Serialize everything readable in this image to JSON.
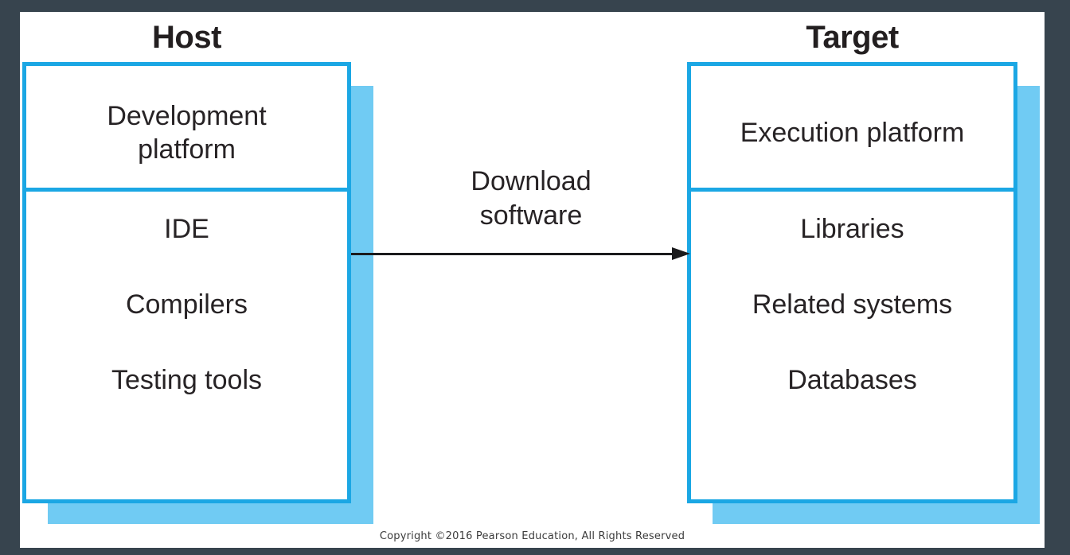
{
  "header": {
    "host_label": "Host",
    "target_label": "Target"
  },
  "host_box": {
    "title": "Development platform",
    "items": [
      "IDE",
      "Compilers",
      "Testing tools"
    ]
  },
  "target_box": {
    "title": "Execution platform",
    "items": [
      "Libraries",
      "Related systems",
      "Databases"
    ]
  },
  "arrow": {
    "label": "Download software"
  },
  "footer": {
    "copyright": "Copyright ©2016 Pearson Education, All Rights Reserved"
  },
  "colors": {
    "accent": "#1BA7E4",
    "shadow": "#70CBF3",
    "frame": "#37444E",
    "ink": "#272325"
  }
}
